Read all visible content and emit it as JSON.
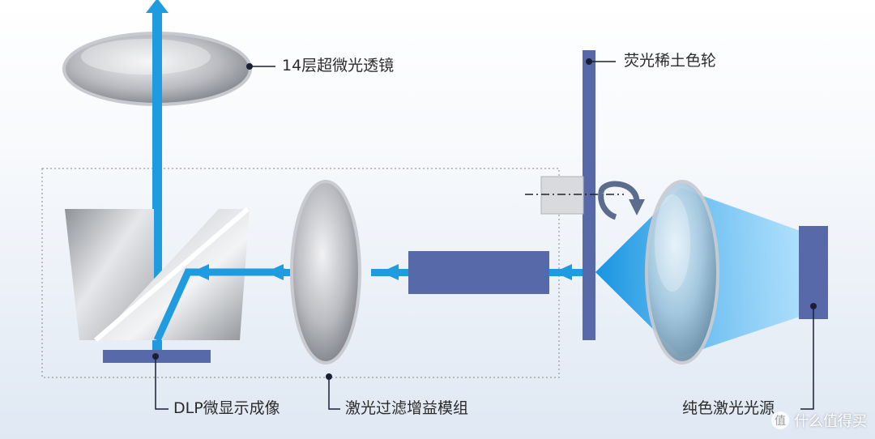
{
  "labels": {
    "lens_top": "14层超微光透镜",
    "color_wheel": "荧光稀土色轮",
    "dlp": "DLP微显示成像",
    "filter_module": "激光过滤增益模组",
    "laser_source": "纯色激光光源"
  },
  "watermark": {
    "text": "什么值得买",
    "logo_glyph": "值"
  },
  "colors": {
    "beam": "#1f9be0",
    "component_blue": "#5769a8",
    "rotation_arrow": "#5b6c8c",
    "cone": "#2aa6ee"
  }
}
